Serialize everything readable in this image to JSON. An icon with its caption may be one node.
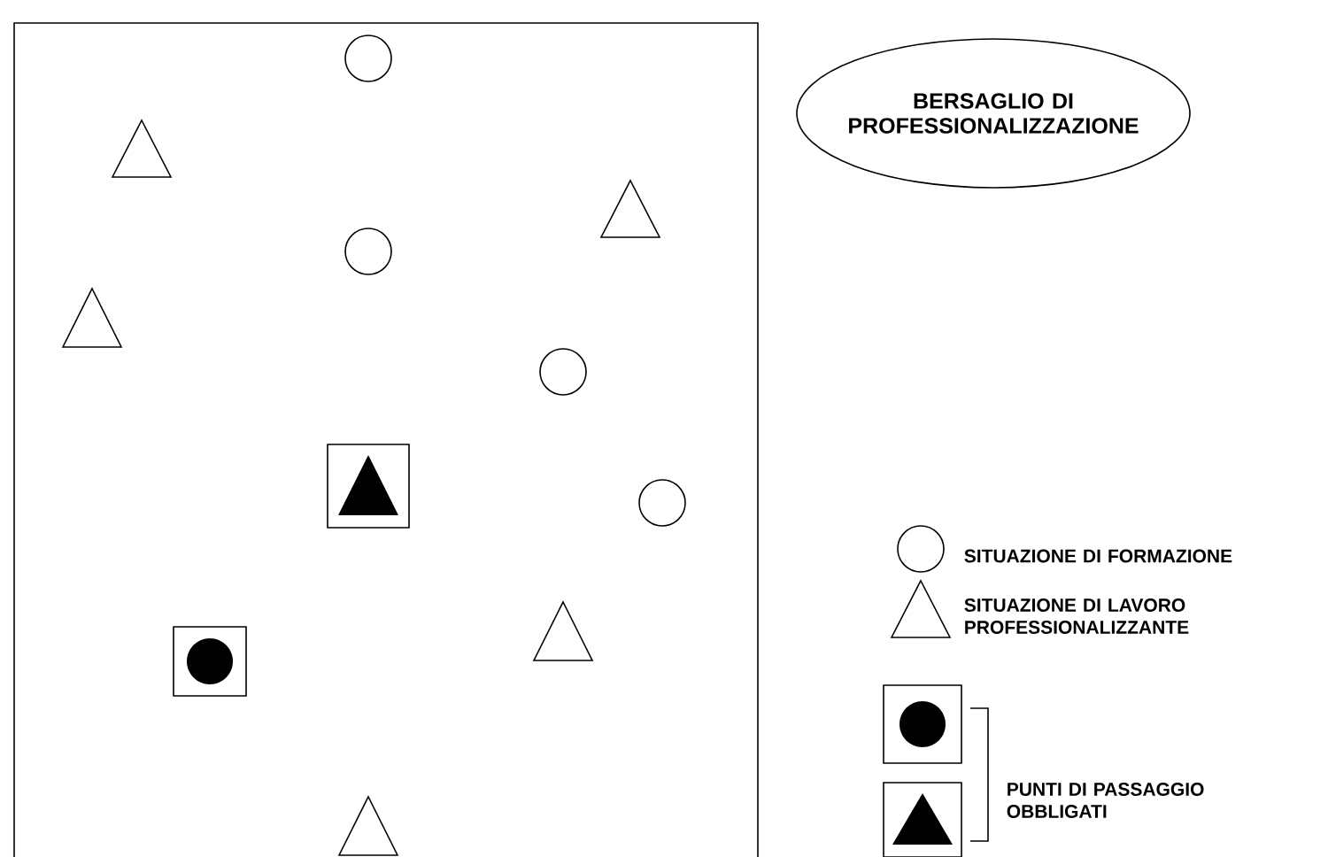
{
  "diagram": {
    "nodes": [
      {
        "text": [
          "BERSAGLIO DI PROFESSIONALIZZAZIONE"
        ]
      }
    ],
    "legend": [
      {
        "text": "SITUAZIONE DI FORMAZIONE"
      },
      {
        "text": "SITUAZIONE DI LAVORO PROFESSIONALIZZANTE"
      },
      {
        "text": "PUNTI DI PASSAGGIO OBBLIGATI"
      }
    ]
  }
}
